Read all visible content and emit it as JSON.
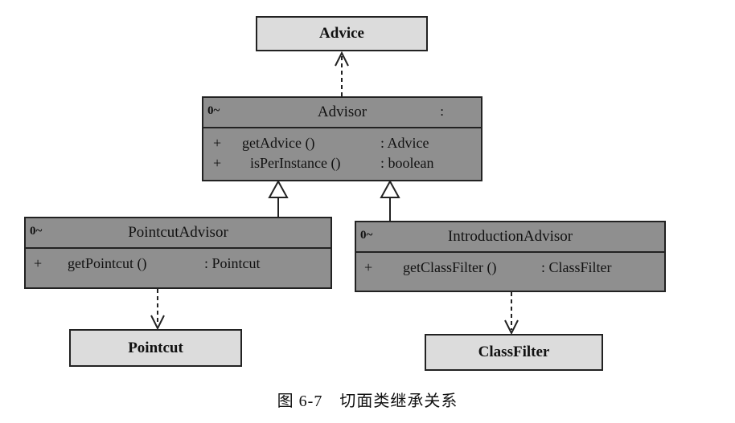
{
  "advice": {
    "name": "Advice"
  },
  "advisor": {
    "stereotype": "0~",
    "name": "Advisor",
    "marker": ":",
    "operations": [
      {
        "visibility": "+",
        "name": "getAdvice ()",
        "type": ": Advice"
      },
      {
        "visibility": "+",
        "name": "isPerInstance ()",
        "type": ": boolean"
      }
    ]
  },
  "pointcut_advisor": {
    "stereotype": "0~",
    "name": "PointcutAdvisor",
    "operations": [
      {
        "visibility": "+",
        "name": "getPointcut ()",
        "type": ": Pointcut"
      }
    ]
  },
  "introduction_advisor": {
    "stereotype": "0~",
    "name": "IntroductionAdvisor",
    "operations": [
      {
        "visibility": "+",
        "name": "getClassFilter ()",
        "type": ": ClassFilter"
      }
    ]
  },
  "pointcut": {
    "name": "Pointcut"
  },
  "class_filter": {
    "name": "ClassFilter"
  },
  "caption": "图 6-7　切面类继承关系"
}
